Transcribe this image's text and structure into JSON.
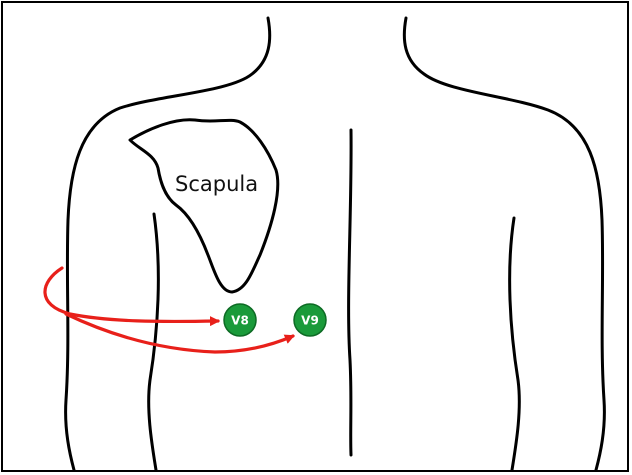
{
  "diagram": {
    "scapula_label": "Scapula",
    "electrodes": [
      {
        "id": "V8",
        "label": "V8",
        "color": "#1a9a3a"
      },
      {
        "id": "V9",
        "label": "V9",
        "color": "#1a9a3a"
      }
    ],
    "arrow_color": "#e8201a",
    "outline_color": "#000000"
  }
}
